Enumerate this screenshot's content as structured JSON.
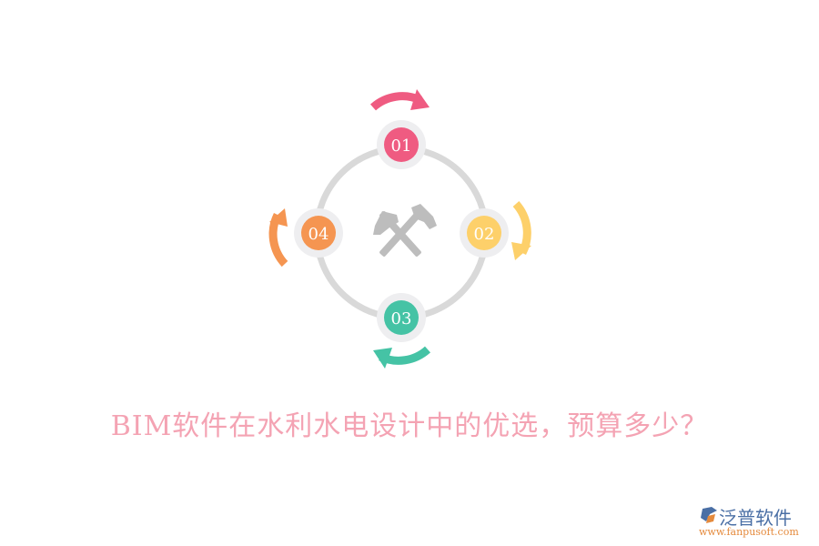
{
  "diagram": {
    "center_icon": "hammer-crossed-icon",
    "ring_color": "#d9d9d9",
    "node_halo_color": "#eeeef0",
    "nodes": [
      {
        "label": "01",
        "color": "#ef5b81",
        "position": "top"
      },
      {
        "label": "02",
        "color": "#fdd06a",
        "position": "right"
      },
      {
        "label": "03",
        "color": "#45c3a5",
        "position": "bottom"
      },
      {
        "label": "04",
        "color": "#f59551",
        "position": "left"
      }
    ]
  },
  "title": "BIM软件在水利水电设计中的优选，预算多少？",
  "logo": {
    "name": "泛普软件",
    "url": "www.fanpusoft.com"
  }
}
